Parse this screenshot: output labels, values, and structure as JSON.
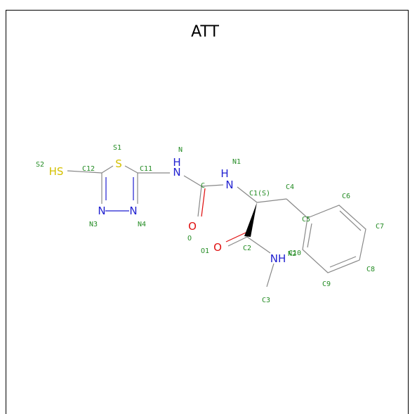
{
  "title": "ATT",
  "colors": {
    "bond": "#888888",
    "nitrogen": "#1f1fd0",
    "oxygen": "#e01010",
    "sulfur": "#d4c000",
    "label": "#228b22"
  },
  "element_symbols": {
    "S_ring": "S",
    "HS": "HS",
    "NH_left": "N",
    "NH_left_h": "H",
    "NH_mid": "N",
    "NH_mid_h": "H",
    "N3": "N",
    "N4": "N",
    "O_upper": "O",
    "O_lower": "O",
    "NH_amide": "NH"
  },
  "atom_labels": {
    "S1": "S1",
    "S2": "S2",
    "C12": "C12",
    "C11": "C11",
    "N3": "N3",
    "N4": "N4",
    "N": "N",
    "C": "C",
    "O": "O",
    "N1": "N1",
    "C1S": "C1(S)",
    "C4": "C4",
    "C5": "C5",
    "C6": "C6",
    "C7": "C7",
    "C8": "C8",
    "C9": "C9",
    "C10": "C10",
    "C2": "C2",
    "O1": "O1",
    "N2": "N2",
    "C3": "C3"
  }
}
